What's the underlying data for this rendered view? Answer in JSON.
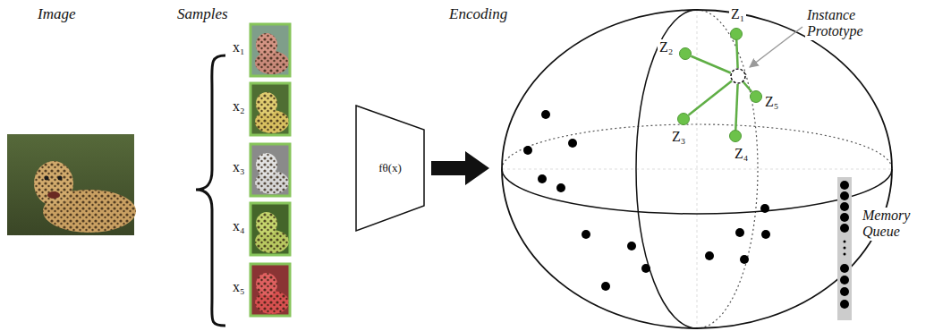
{
  "diagram": {
    "nodes": [
      {
        "text": [
          "fθ(x)"
        ]
      },
      {
        "text": [
          "Z₁"
        ]
      },
      {
        "text": [
          "Z₂"
        ]
      },
      {
        "text": [
          "Z₃"
        ]
      },
      {
        "text": [
          "Z₄"
        ]
      },
      {
        "text": [
          "Z₅"
        ]
      },
      {
        "text": [
          "Instance Prototype"
        ]
      }
    ],
    "edges": [
      {
        "from": 1,
        "to": 6,
        "arrow": "none"
      },
      {
        "from": 2,
        "to": 6,
        "arrow": "none"
      },
      {
        "from": 3,
        "to": 6,
        "arrow": "none"
      },
      {
        "from": 4,
        "to": 6,
        "arrow": "none"
      },
      {
        "from": 5,
        "to": 6,
        "arrow": "none"
      }
    ],
    "labels": [
      "Image",
      "Samples",
      "Encoding",
      "x₁",
      "x₂",
      "x₃",
      "x₄",
      "x₅",
      "Memory Queue"
    ]
  }
}
